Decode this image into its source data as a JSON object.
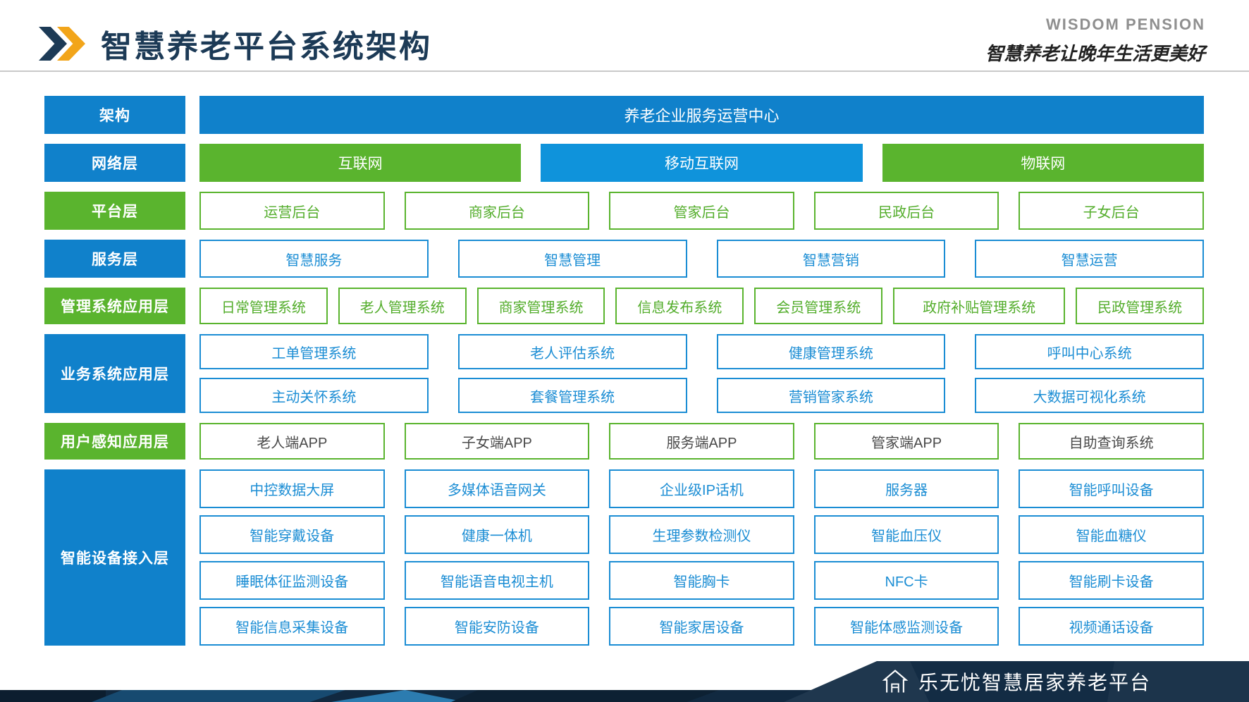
{
  "header": {
    "title": "智慧养老平台系统架构",
    "brand_en": "WISDOM PENSION",
    "brand_slogan": "智慧养老让晚年生活更美好"
  },
  "colors": {
    "blue": "#1081cb",
    "light_blue": "#0f93db",
    "green": "#5ab42e",
    "outline_blue": "#1b8dd4",
    "title_navy": "#1c3a56",
    "accent_orange": "#f2a51a",
    "footer_navy": "#132c44"
  },
  "architecture": {
    "rows": [
      {
        "label": "架构",
        "label_variant": "bg-blue",
        "height": "h54",
        "gap": "gap-md",
        "groups": [
          {
            "items": [
              {
                "text": "养老企业服务运营中心",
                "variant": "solid-blue"
              }
            ]
          }
        ]
      },
      {
        "label": "网络层",
        "label_variant": "bg-blue",
        "height": "h54",
        "gap": "gap-md",
        "groups": [
          {
            "items": [
              {
                "text": "互联网",
                "variant": "solid-green"
              },
              {
                "text": "移动互联网",
                "variant": "solid-lightblue"
              },
              {
                "text": "物联网",
                "variant": "solid-green"
              }
            ]
          }
        ]
      },
      {
        "label": "平台层",
        "label_variant": "bg-green",
        "height": "h54",
        "gap": "gap-md",
        "groups": [
          {
            "items": [
              {
                "text": "运营后台",
                "variant": "outline-green"
              },
              {
                "text": "商家后台",
                "variant": "outline-green"
              },
              {
                "text": "管家后台",
                "variant": "outline-green"
              },
              {
                "text": "民政后台",
                "variant": "outline-green"
              },
              {
                "text": "子女后台",
                "variant": "outline-green"
              }
            ]
          }
        ]
      },
      {
        "label": "服务层",
        "label_variant": "bg-blue",
        "height": "h54",
        "gap": "gap-lg",
        "groups": [
          {
            "items": [
              {
                "text": "智慧服务",
                "variant": "outline-blue"
              },
              {
                "text": "智慧管理",
                "variant": "outline-blue"
              },
              {
                "text": "智慧营销",
                "variant": "outline-blue"
              },
              {
                "text": "智慧运营",
                "variant": "outline-blue"
              }
            ]
          }
        ]
      },
      {
        "label": "管理系统应用层",
        "label_variant": "bg-green",
        "height": "h52",
        "gap": "gap-sm",
        "groups": [
          {
            "items": [
              {
                "text": "日常管理系统",
                "variant": "outline-green"
              },
              {
                "text": "老人管理系统",
                "variant": "outline-green"
              },
              {
                "text": "商家管理系统",
                "variant": "outline-green"
              },
              {
                "text": "信息发布系统",
                "variant": "outline-green"
              },
              {
                "text": "会员管理系统",
                "variant": "outline-green"
              },
              {
                "text": "政府补贴管理系统",
                "variant": "outline-green wide"
              },
              {
                "text": "民政管理系统",
                "variant": "outline-green"
              }
            ]
          }
        ]
      },
      {
        "label": "业务系统应用层",
        "label_variant": "bg-blue",
        "height": "h112",
        "gap": "gap-lg",
        "groups": [
          {
            "items": [
              {
                "text": "工单管理系统",
                "variant": "outline-blue"
              },
              {
                "text": "老人评估系统",
                "variant": "outline-blue"
              },
              {
                "text": "健康管理系统",
                "variant": "outline-blue"
              },
              {
                "text": "呼叫中心系统",
                "variant": "outline-blue"
              }
            ]
          },
          {
            "items": [
              {
                "text": "主动关怀系统",
                "variant": "outline-blue"
              },
              {
                "text": "套餐管理系统",
                "variant": "outline-blue"
              },
              {
                "text": "营销管家系统",
                "variant": "outline-blue"
              },
              {
                "text": "大数据可视化系统",
                "variant": "outline-blue"
              }
            ]
          }
        ]
      },
      {
        "label": "用户感知应用层",
        "label_variant": "bg-green",
        "height": "h52",
        "gap": "gap-md",
        "groups": [
          {
            "items": [
              {
                "text": "老人端APP",
                "variant": "outline-green-dark"
              },
              {
                "text": "子女端APP",
                "variant": "outline-green-dark"
              },
              {
                "text": "服务端APP",
                "variant": "outline-green-dark"
              },
              {
                "text": "管家端APP",
                "variant": "outline-green-dark"
              },
              {
                "text": "自助查询系统",
                "variant": "outline-green-dark"
              }
            ]
          }
        ]
      },
      {
        "label": "智能设备接入层",
        "label_variant": "bg-blue",
        "height": "h250",
        "gap": "gap-md",
        "groups": [
          {
            "items": [
              {
                "text": "中控数据大屏",
                "variant": "outline-blue"
              },
              {
                "text": "多媒体语音网关",
                "variant": "outline-blue"
              },
              {
                "text": "企业级IP话机",
                "variant": "outline-blue"
              },
              {
                "text": "服务器",
                "variant": "outline-blue"
              },
              {
                "text": "智能呼叫设备",
                "variant": "outline-blue"
              }
            ]
          },
          {
            "items": [
              {
                "text": "智能穿戴设备",
                "variant": "outline-blue"
              },
              {
                "text": "健康一体机",
                "variant": "outline-blue"
              },
              {
                "text": "生理参数检测仪",
                "variant": "outline-blue"
              },
              {
                "text": "智能血压仪",
                "variant": "outline-blue"
              },
              {
                "text": "智能血糖仪",
                "variant": "outline-blue"
              }
            ]
          },
          {
            "items": [
              {
                "text": "睡眠体征监测设备",
                "variant": "outline-blue"
              },
              {
                "text": "智能语音电视主机",
                "variant": "outline-blue"
              },
              {
                "text": "智能胸卡",
                "variant": "outline-blue"
              },
              {
                "text": "NFC卡",
                "variant": "outline-blue"
              },
              {
                "text": "智能刷卡设备",
                "variant": "outline-blue"
              }
            ]
          },
          {
            "items": [
              {
                "text": "智能信息采集设备",
                "variant": "outline-blue"
              },
              {
                "text": "智能安防设备",
                "variant": "outline-blue"
              },
              {
                "text": "智能家居设备",
                "variant": "outline-blue"
              },
              {
                "text": "智能体感监测设备",
                "variant": "outline-blue"
              },
              {
                "text": "视频通话设备",
                "variant": "outline-blue"
              }
            ]
          }
        ]
      }
    ]
  },
  "footer": {
    "platform_name": "乐无忧智慧居家养老平台"
  }
}
